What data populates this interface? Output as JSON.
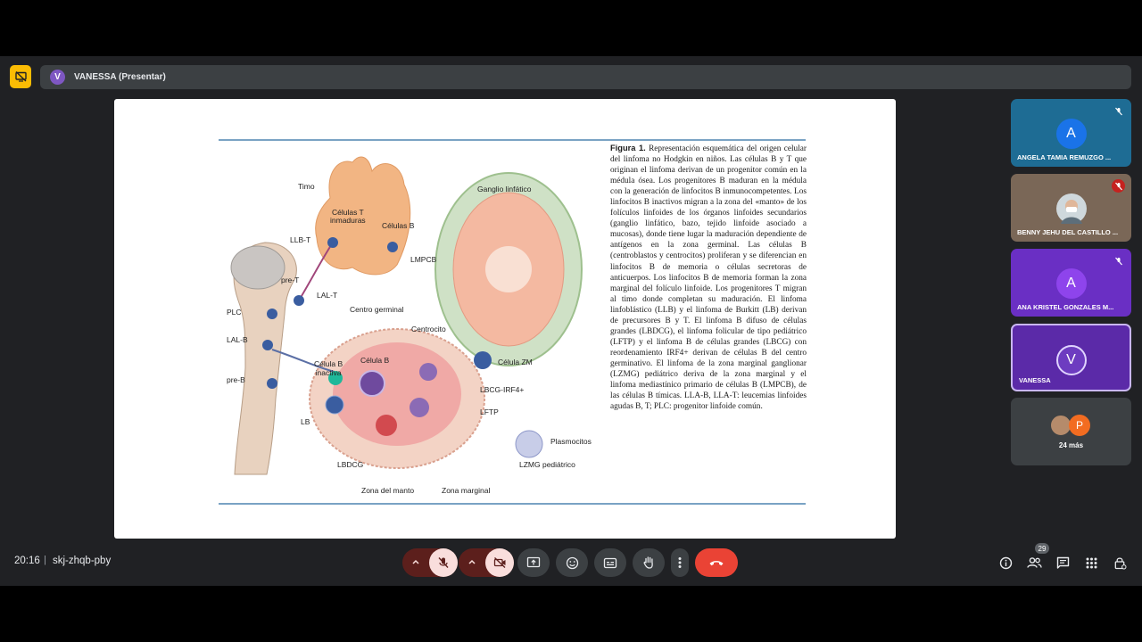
{
  "presenter": {
    "initial": "V",
    "label": "VANESSA (Presentar)"
  },
  "slide": {
    "figure_labels": {
      "timo": "Timo",
      "celulas_t_inmaduras": "Células T\ninmaduras",
      "celulas_b_top": "Células B",
      "llb_t": "LLB-T",
      "lmpcb": "LMPCB",
      "ganglio": "Ganglio linfático",
      "pre_t": "pre-T",
      "lal_t": "LAL-T",
      "plc": "PLC",
      "lal_b": "LAL-B",
      "pre_b": "pre-B",
      "centro_germinal": "Centro germinal",
      "centrocito": "Centrocito",
      "celula_b_center": "Célula B",
      "celula_b_inactiva": "Célula B\ninactiva",
      "celula_zm": "Célula ZM",
      "lbcg_irf4": "LBCG-IRF4+",
      "lftp": "LFTP",
      "lb": "LB",
      "plasmocitos": "Plasmocitos",
      "lbdcg": "LBDCG",
      "lzmg": "LZMG pediátrico",
      "zona_manto": "Zona del manto",
      "zona_marginal": "Zona marginal"
    },
    "caption_title": "Figura 1.",
    "caption_text": "Representación esquemática del origen celular del linfoma no Hodgkin en niños. Las células B y T que originan el linfoma derivan de un progenitor común en la médula ósea. Los progenitores B maduran en la médula con la generación de linfocitos B inmunocompetentes. Los linfocitos B inactivos migran a la zona del «manto» de los folículos linfoides de los órganos linfoides secundarios (ganglio linfático, bazo, tejido linfoide asociado a mucosas), donde tiene lugar la maduración dependiente de antígenos en la zona germinal. Las células B (centroblastos y centrocitos) proliferan y se diferencian en linfocitos B de memoria o células secretoras de anticuerpos. Los linfocitos B de memoria forman la zona marginal del folículo linfoide. Los progenitores T migran al timo donde completan su maduración. El linfoma linfoblástico (LLB) y el linfoma de Burkitt (LB) derivan de precursores B y T. El linfoma B difuso de células grandes (LBDCG), el linfoma folicular de tipo pediátrico (LFTP) y el linfoma B de células grandes (LBCG) con reordenamiento IRF4+ derivan de células B del centro germinativo. El linfoma de la zona marginal ganglionar (LZMG) pediátrico deriva de la zona marginal y el linfoma mediastínico primario de células B (LMPCB), de las células B tímicas. LLA-B, LLA-T: leucemias linfoides agudas B, T; PLC: progenitor linfoide común."
  },
  "participants": [
    {
      "initial": "A",
      "name": "ANGELA TAMIA REMUZGO ...",
      "bg": "#1e6c94",
      "avatar_bg": "#1a73e8"
    },
    {
      "initial": "",
      "name": "BENNY JEHU DEL CASTILLO ...",
      "bg": "#7a6757",
      "avatar_bg": "#cfd8dc"
    },
    {
      "initial": "A",
      "name": "ANA KRISTEL GONZALES M...",
      "bg": "#6a2fc4",
      "avatar_bg": "#8e44ec"
    },
    {
      "initial": "V",
      "name": "VANESSA",
      "bg": "#5b2aa8",
      "avatar_bg": "#6d3cc0"
    }
  ],
  "more": {
    "initial": "P",
    "label": "24 más"
  },
  "bottom": {
    "time": "20:16",
    "separator": "|",
    "meeting_code": "skj-zhqb-pby",
    "people_count": "29"
  },
  "colors": {
    "accent_yellow": "#fbbc04",
    "hangup_red": "#ea4335",
    "muted_pink": "#f9dedc",
    "bar_gray": "#3c4043"
  }
}
